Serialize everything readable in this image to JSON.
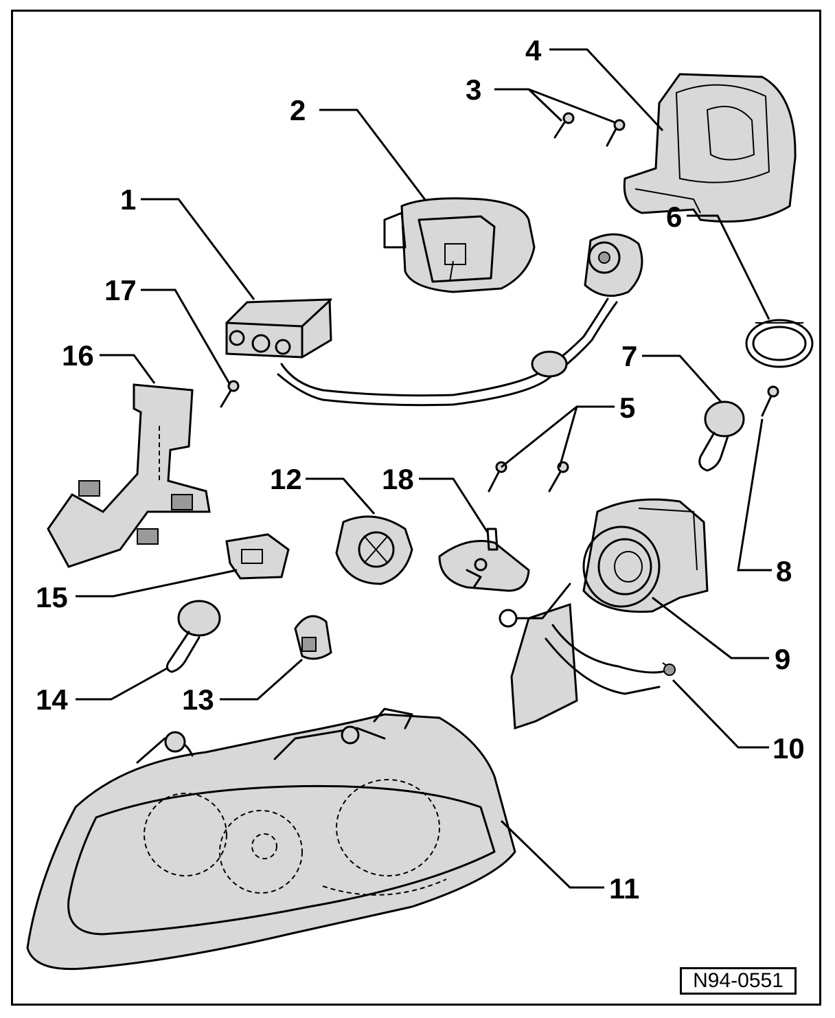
{
  "callouts": [
    {
      "id": "c1",
      "label": "1"
    },
    {
      "id": "c2",
      "label": "2"
    },
    {
      "id": "c3",
      "label": "3"
    },
    {
      "id": "c4",
      "label": "4"
    },
    {
      "id": "c5",
      "label": "5"
    },
    {
      "id": "c6",
      "label": "6"
    },
    {
      "id": "c7",
      "label": "7"
    },
    {
      "id": "c8",
      "label": "8"
    },
    {
      "id": "c9",
      "label": "9"
    },
    {
      "id": "c10",
      "label": "10"
    },
    {
      "id": "c11",
      "label": "11"
    },
    {
      "id": "c12",
      "label": "12"
    },
    {
      "id": "c13",
      "label": "13"
    },
    {
      "id": "c14",
      "label": "14"
    },
    {
      "id": "c15",
      "label": "15"
    },
    {
      "id": "c16",
      "label": "16"
    },
    {
      "id": "c17",
      "label": "17"
    },
    {
      "id": "c18",
      "label": "18"
    }
  ],
  "reference_code": "N94-0551"
}
